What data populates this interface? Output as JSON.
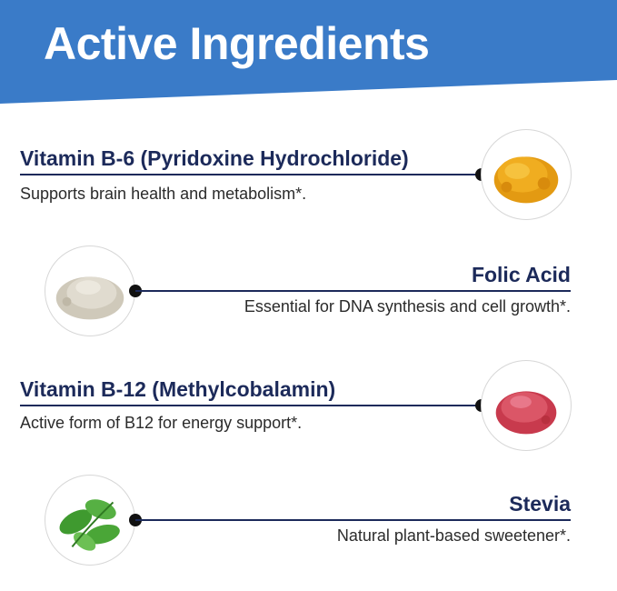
{
  "header": {
    "title": "Active Ingredients",
    "background": "#3a7bc8"
  },
  "ingredients": [
    {
      "name": "Vitamin B-6 (Pyridoxine Hydrochloride)",
      "description": "Supports brain health and metabolism*.",
      "image": "orange-powder",
      "color": "#e8a21a"
    },
    {
      "name": "Folic Acid",
      "description": "Essential for DNA synthesis and cell growth*.",
      "image": "beige-powder",
      "color": "#d8d3c6"
    },
    {
      "name": "Vitamin B-12 (Methylcobalamin)",
      "description": "Active form of B12 for energy support*.",
      "image": "pink-powder",
      "color": "#d44a5c"
    },
    {
      "name": "Stevia",
      "description": "Natural plant-based sweetener*.",
      "image": "stevia-leaves",
      "color": "#4fa33a"
    }
  ]
}
